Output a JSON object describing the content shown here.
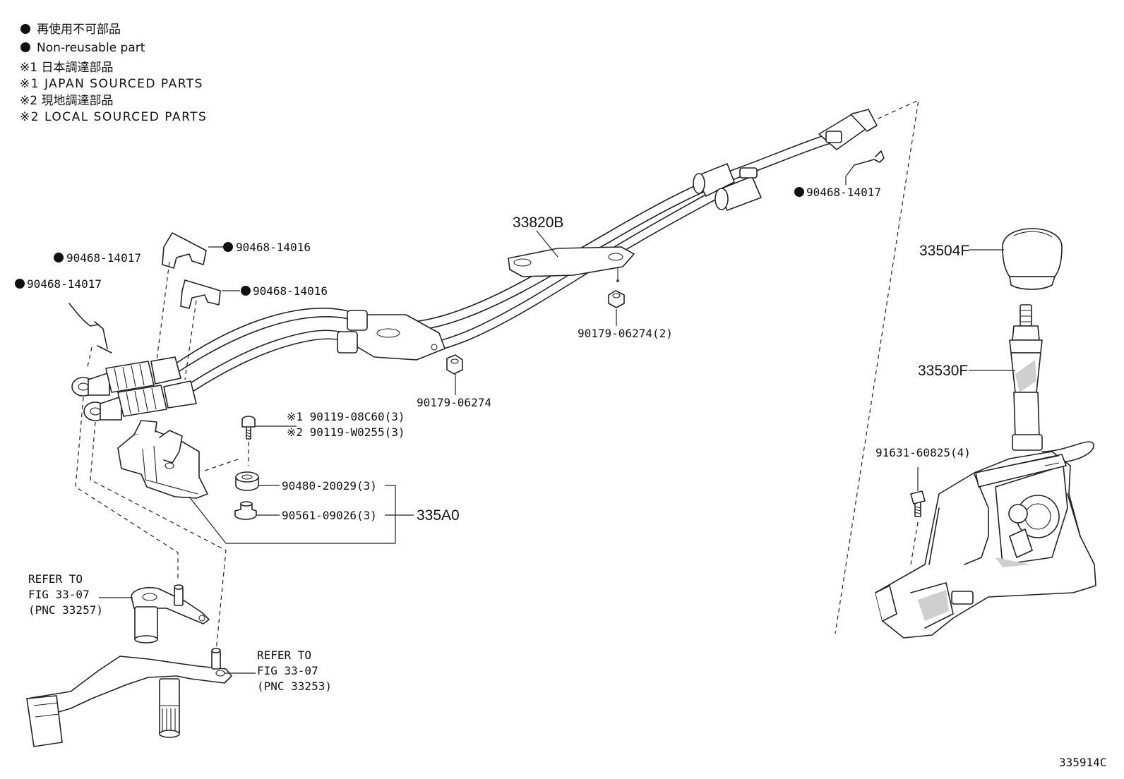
{
  "legend": {
    "nonreusable_jp": "再使用不可部品",
    "nonreusable_en": "Non-reusable part",
    "note1_jp": "※1 日本調達部品",
    "note1_en": "※1 JAPAN SOURCED PARTS",
    "note2_jp": "※2 現地調達部品",
    "note2_en": "※2 LOCAL SOURCED PARTS"
  },
  "parts": {
    "cable_assy": "33820B",
    "knob": "33504F",
    "lever": "33530F",
    "bracket": "335A0",
    "clip_top_right": "90468-14017",
    "clip_left_upper": "90468-14017",
    "clip_left_lower": "90468-14017",
    "clip_16_upper": "90468-14016",
    "clip_16_lower": "90468-14016",
    "nut_2": "90179-06274(2)",
    "nut_1": "90179-06274",
    "bolt_jp": "※1 90119-08C60(3)",
    "bolt_local": "※2 90119-W0255(3)",
    "washer": "90480-20029(3)",
    "collar": "90561-09026(3)",
    "bolt_lever": "91631-60825(4)"
  },
  "refs": {
    "ref1_l1": "REFER TO",
    "ref1_l2": "FIG 33-07",
    "ref1_l3": "(PNC 33257)",
    "ref2_l1": "REFER TO",
    "ref2_l2": "FIG 33-07",
    "ref2_l3": "(PNC 33253)"
  },
  "figure_id": "335914C"
}
